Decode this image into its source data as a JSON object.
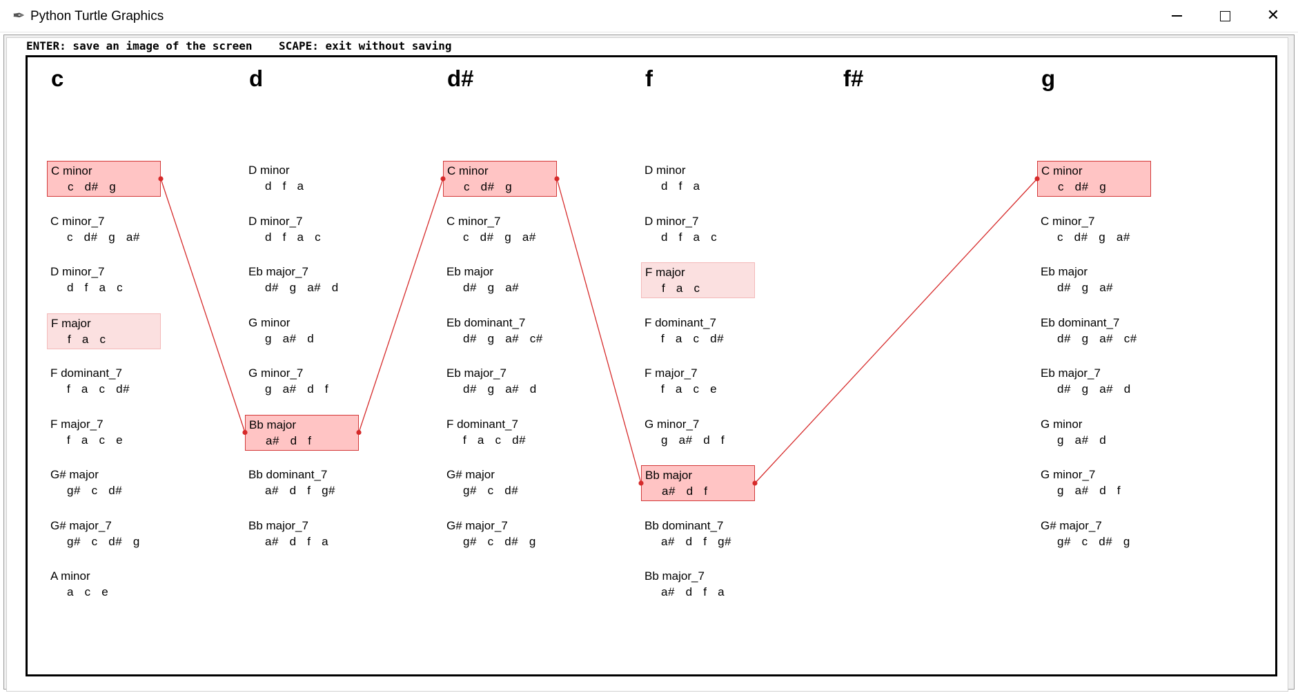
{
  "window": {
    "title": "Python Turtle Graphics",
    "icon": "feather-icon"
  },
  "instructions": "ENTER: save an image of the screen    SCAPE: exit without saving",
  "columns": [
    {
      "header": "c",
      "chords": [
        {
          "name": "C minor",
          "notes": "c   d#   g",
          "state": "selected"
        },
        {
          "name": "C minor_7",
          "notes": "c   d#   g   a#",
          "state": "none"
        },
        {
          "name": "D minor_7",
          "notes": "d   f   a   c",
          "state": "none"
        },
        {
          "name": "F major",
          "notes": "f   a   c",
          "state": "option"
        },
        {
          "name": "F dominant_7",
          "notes": "f   a   c   d#",
          "state": "none"
        },
        {
          "name": "F major_7",
          "notes": "f   a   c   e",
          "state": "none"
        },
        {
          "name": "G# major",
          "notes": "g#   c   d#",
          "state": "none"
        },
        {
          "name": "G# major_7",
          "notes": "g#   c   d#   g",
          "state": "none"
        },
        {
          "name": "A minor",
          "notes": "a   c   e",
          "state": "none"
        }
      ]
    },
    {
      "header": "d",
      "chords": [
        {
          "name": "D minor",
          "notes": "d   f   a",
          "state": "none"
        },
        {
          "name": "D minor_7",
          "notes": "d   f   a   c",
          "state": "none"
        },
        {
          "name": "Eb major_7",
          "notes": "d#   g   a#   d",
          "state": "none"
        },
        {
          "name": "G minor",
          "notes": "g   a#   d",
          "state": "none"
        },
        {
          "name": "G minor_7",
          "notes": "g   a#   d   f",
          "state": "none"
        },
        {
          "name": "Bb major",
          "notes": "a#   d   f",
          "state": "selected"
        },
        {
          "name": "Bb dominant_7",
          "notes": "a#   d   f   g#",
          "state": "none"
        },
        {
          "name": "Bb major_7",
          "notes": "a#   d   f   a",
          "state": "none"
        }
      ]
    },
    {
      "header": "d#",
      "chords": [
        {
          "name": "C minor",
          "notes": "c   d#   g",
          "state": "selected"
        },
        {
          "name": "C minor_7",
          "notes": "c   d#   g   a#",
          "state": "none"
        },
        {
          "name": "Eb major",
          "notes": "d#   g   a#",
          "state": "none"
        },
        {
          "name": "Eb dominant_7",
          "notes": "d#   g   a#   c#",
          "state": "none"
        },
        {
          "name": "Eb major_7",
          "notes": "d#   g   a#   d",
          "state": "none"
        },
        {
          "name": "F dominant_7",
          "notes": "f   a   c   d#",
          "state": "none"
        },
        {
          "name": "G# major",
          "notes": "g#   c   d#",
          "state": "none"
        },
        {
          "name": "G# major_7",
          "notes": "g#   c   d#   g",
          "state": "none"
        }
      ]
    },
    {
      "header": "f",
      "chords": [
        {
          "name": "D minor",
          "notes": "d   f   a",
          "state": "none"
        },
        {
          "name": "D minor_7",
          "notes": "d   f   a   c",
          "state": "none"
        },
        {
          "name": "F major",
          "notes": "f   a   c",
          "state": "option"
        },
        {
          "name": "F dominant_7",
          "notes": "f   a   c   d#",
          "state": "none"
        },
        {
          "name": "F major_7",
          "notes": "f   a   c   e",
          "state": "none"
        },
        {
          "name": "G minor_7",
          "notes": "g   a#   d   f",
          "state": "none"
        },
        {
          "name": "Bb major",
          "notes": "a#   d   f",
          "state": "selected"
        },
        {
          "name": "Bb dominant_7",
          "notes": "a#   d   f   g#",
          "state": "none"
        },
        {
          "name": "Bb major_7",
          "notes": "a#   d   f   a",
          "state": "none"
        }
      ]
    },
    {
      "header": "f#",
      "chords": []
    },
    {
      "header": "g",
      "chords": [
        {
          "name": "C minor",
          "notes": "c   d#   g",
          "state": "selected"
        },
        {
          "name": "C minor_7",
          "notes": "c   d#   g   a#",
          "state": "none"
        },
        {
          "name": "Eb major",
          "notes": "d#   g   a#",
          "state": "none"
        },
        {
          "name": "Eb dominant_7",
          "notes": "d#   g   a#   c#",
          "state": "none"
        },
        {
          "name": "Eb major_7",
          "notes": "d#   g   a#   d",
          "state": "none"
        },
        {
          "name": "G minor",
          "notes": "g   a#   d",
          "state": "none"
        },
        {
          "name": "G minor_7",
          "notes": "g   a#   d   f",
          "state": "none"
        },
        {
          "name": "G# major_7",
          "notes": "g#   c   d#   g",
          "state": "none"
        }
      ]
    }
  ],
  "path": [
    {
      "col": 0,
      "chord": 0
    },
    {
      "col": 1,
      "chord": 5
    },
    {
      "col": 2,
      "chord": 0
    },
    {
      "col": 3,
      "chord": 6
    },
    {
      "col": 5,
      "chord": 0
    }
  ],
  "colors": {
    "selected_fill": "#ffc4c4",
    "selected_border": "#d23838",
    "option_fill": "#fbe0e0",
    "link_line": "#d62a2a"
  }
}
